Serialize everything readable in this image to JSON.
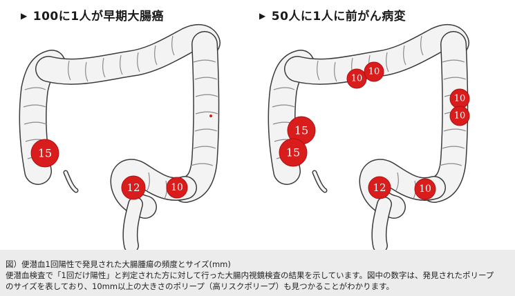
{
  "panels": [
    {
      "title": "100に1人が早期大腸癌",
      "polyps": [
        {
          "label": "15"
        },
        {
          "label": "12"
        },
        {
          "label": "10"
        }
      ]
    },
    {
      "title": "50人に1人に前がん病変",
      "polyps": [
        {
          "label": "10"
        },
        {
          "label": "10"
        },
        {
          "label": "10"
        },
        {
          "label": "10"
        },
        {
          "label": "15"
        },
        {
          "label": "15"
        },
        {
          "label": "12"
        },
        {
          "label": "10"
        }
      ]
    }
  ],
  "caption": {
    "line1": "図）便潜血1回陽性で発見された大腸腫瘍の頻度とサイズ(mm)",
    "line2": "便潜血検査で「1回だけ陽性」と判定された方に対して行った大腸内視鏡検査の結果を示しています。図中の数字は、発見されたポリープ",
    "line3": "のサイズを表しており、10mm以上の大きさのポリープ（高リスクポリープ）も見つかることがわかります。"
  },
  "colors": {
    "polyp": "#d91c1c",
    "caption_bg": "#ececec"
  }
}
